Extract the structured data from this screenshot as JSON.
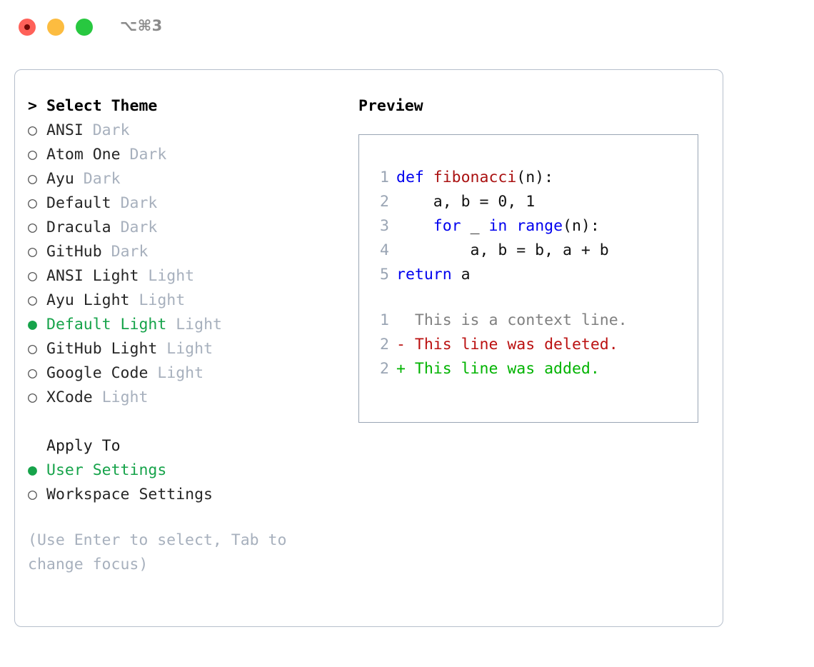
{
  "titlebar": {
    "shortcut": "⌥⌘3",
    "buttons": [
      {
        "name": "close",
        "color": "#ff6159"
      },
      {
        "name": "minimize",
        "color": "#fcbc40"
      },
      {
        "name": "maximize",
        "color": "#28c840"
      }
    ]
  },
  "theme_picker": {
    "header_prefix": ">",
    "header": "Select Theme",
    "bullet_selected": "●",
    "bullet_unselected": "○",
    "items": [
      {
        "bullet": "○",
        "label": "ANSI",
        "kind": "Dark",
        "selected": false
      },
      {
        "bullet": "○",
        "label": "Atom One",
        "kind": "Dark",
        "selected": false
      },
      {
        "bullet": "○",
        "label": "Ayu",
        "kind": "Dark",
        "selected": false
      },
      {
        "bullet": "○",
        "label": "Default",
        "kind": "Dark",
        "selected": false
      },
      {
        "bullet": "○",
        "label": "Dracula",
        "kind": "Dark",
        "selected": false
      },
      {
        "bullet": "○",
        "label": "GitHub",
        "kind": "Dark",
        "selected": false
      },
      {
        "bullet": "○",
        "label": "ANSI Light",
        "kind": "Light",
        "selected": false
      },
      {
        "bullet": "○",
        "label": "Ayu Light",
        "kind": "Light",
        "selected": false
      },
      {
        "bullet": "●",
        "label": "Default Light",
        "kind": "Light",
        "selected": true
      },
      {
        "bullet": "○",
        "label": "GitHub Light",
        "kind": "Light",
        "selected": false
      },
      {
        "bullet": "○",
        "label": "Google Code",
        "kind": "Light",
        "selected": false
      },
      {
        "bullet": "○",
        "label": "XCode",
        "kind": "Light",
        "selected": false
      }
    ]
  },
  "apply_to": {
    "label": "Apply To",
    "options": [
      {
        "bullet": "●",
        "label": "User Settings",
        "selected": true
      },
      {
        "bullet": "○",
        "label": "Workspace Settings",
        "selected": false
      }
    ]
  },
  "hint": "(Use Enter to select, Tab to change focus)",
  "preview": {
    "title": "Preview",
    "code_lines": [
      {
        "no": "1",
        "tokens": [
          {
            "t": "def ",
            "c": "kw"
          },
          {
            "t": "fibonacci",
            "c": "fn"
          },
          {
            "t": "(n):",
            "c": "plain"
          }
        ]
      },
      {
        "no": "2",
        "tokens": [
          {
            "t": "    a, b = 0, 1",
            "c": "plain"
          }
        ]
      },
      {
        "no": "3",
        "tokens": [
          {
            "t": "    ",
            "c": "plain"
          },
          {
            "t": "for",
            "c": "kw"
          },
          {
            "t": " _ ",
            "c": "plain"
          },
          {
            "t": "in",
            "c": "kw"
          },
          {
            "t": " ",
            "c": "plain"
          },
          {
            "t": "range",
            "c": "kw"
          },
          {
            "t": "(n):",
            "c": "plain"
          }
        ]
      },
      {
        "no": "4",
        "tokens": [
          {
            "t": "        a, b = b, a + b",
            "c": "plain"
          }
        ]
      },
      {
        "no": "5",
        "tokens": [
          {
            "t": "    ",
            "c": "plain"
          },
          {
            "t": "return",
            "c": "kw"
          },
          {
            "t": " a",
            "c": "plain"
          }
        ]
      }
    ],
    "diff_lines": [
      {
        "no": "1",
        "marker": " ",
        "text": "  This is a context line.",
        "c": "ctx"
      },
      {
        "no": "2",
        "marker": "-",
        "text": "- This line was deleted.",
        "c": "del"
      },
      {
        "no": "2",
        "marker": "+",
        "text": "+ This line was added.",
        "c": "add"
      }
    ]
  },
  "colors": {
    "accent_green": "#16a34a",
    "muted": "#a7b0bd",
    "keyword_blue": "#0000ee",
    "function_red": "#aa1111",
    "diff_add": "#00b300",
    "diff_del": "#bb1111",
    "panel_border": "#b6bfcc",
    "preview_border": "#9aa5b4"
  }
}
